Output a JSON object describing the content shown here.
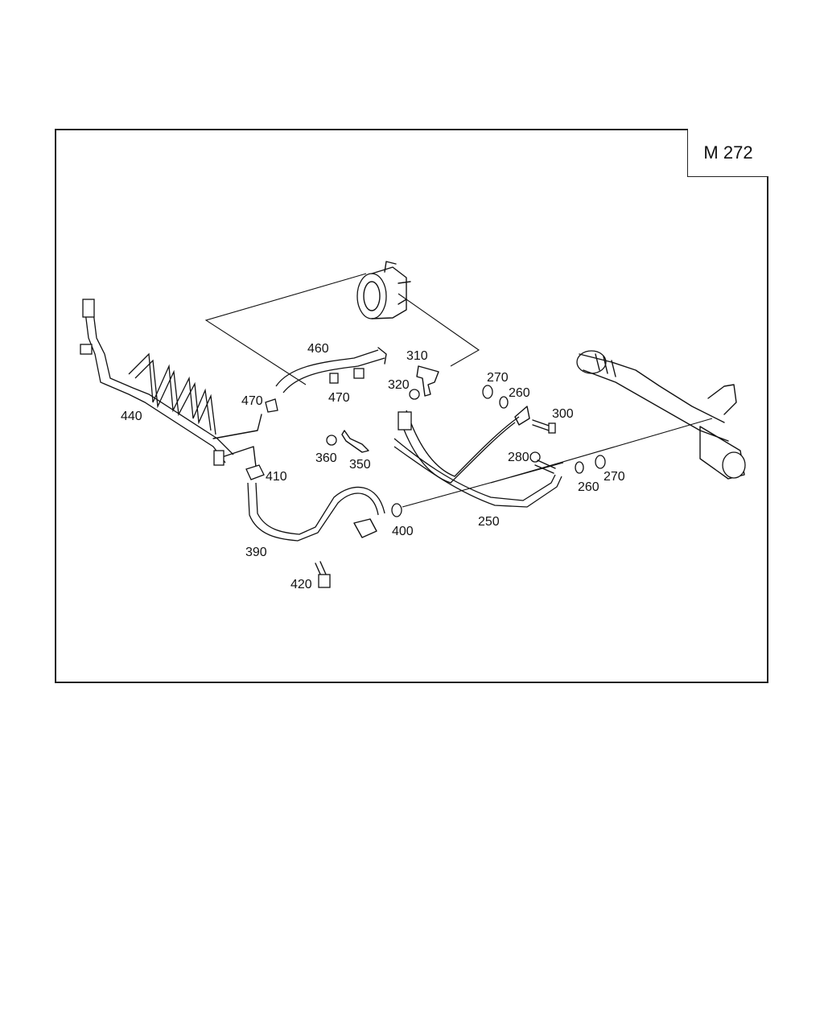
{
  "model": "M 272",
  "part_labels": {
    "p250": "250",
    "p260a": "260",
    "p260b": "260",
    "p270a": "270",
    "p270b": "270",
    "p280": "280",
    "p300": "300",
    "p310": "310",
    "p320": "320",
    "p350": "350",
    "p360": "360",
    "p390": "390",
    "p400": "400",
    "p410": "410",
    "p420": "420",
    "p440": "440",
    "p460": "460",
    "p470a": "470",
    "p470b": "470"
  }
}
